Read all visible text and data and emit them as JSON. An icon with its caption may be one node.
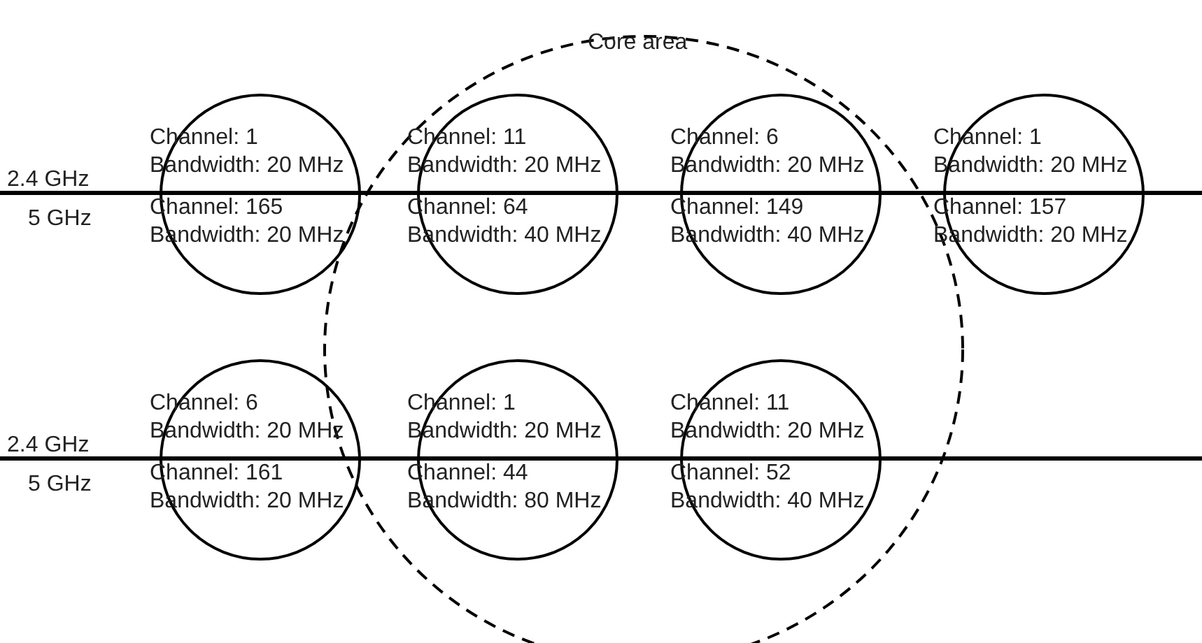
{
  "diagram": {
    "nodes": [
      {
        "text": [
          "Core area"
        ]
      },
      {
        "text": [
          "Channel: 1",
          "Bandwidth: 20 MHz",
          "Channel: 165",
          "Bandwidth: 20 MHz"
        ]
      },
      {
        "text": [
          "Channel: 11",
          "Bandwidth: 20 MHz",
          "Channel: 64",
          "Bandwidth: 40 MHz"
        ],
        "in": 0
      },
      {
        "text": [
          "Channel: 6",
          "Bandwidth: 20 MHz",
          "Channel: 149",
          "Bandwidth: 40 MHz"
        ],
        "in": 0
      },
      {
        "text": [
          "Channel: 1",
          "Bandwidth: 20 MHz",
          "Channel: 157",
          "Bandwidth: 20 MHz"
        ]
      },
      {
        "text": [
          "Channel: 6",
          "Bandwidth: 20 MHz",
          "Channel: 161",
          "Bandwidth: 20 MHz"
        ]
      },
      {
        "text": [
          "Channel: 1",
          "Bandwidth: 20 MHz",
          "Channel: 44",
          "Bandwidth: 80 MHz"
        ],
        "in": 0
      },
      {
        "text": [
          "Channel: 11",
          "Bandwidth: 20 MHz",
          "Channel: 52",
          "Bandwidth: 40 MHz"
        ],
        "in": 0
      }
    ],
    "labels": [
      "2.4 GHz",
      "5 GHz",
      "2.4 GHz",
      "5 GHz"
    ]
  }
}
